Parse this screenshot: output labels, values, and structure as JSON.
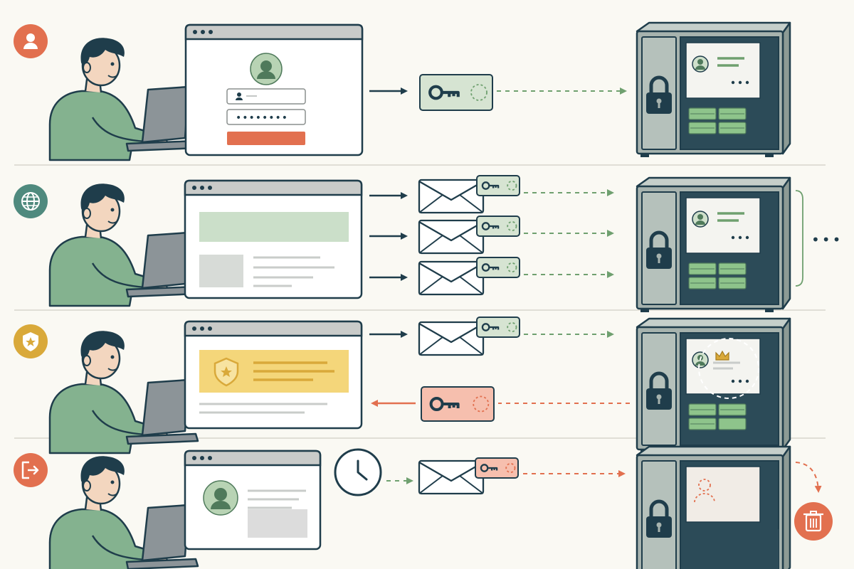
{
  "colors": {
    "background": "#faf9f3",
    "ink": "#1f3d4b",
    "green": "#6fa06f",
    "green_light": "#cbdfc9",
    "green_dark": "#4f7a5b",
    "orange": "#e2704f",
    "pink": "#f6bfae",
    "gold": "#d9a93a",
    "yellow": "#f4d67a",
    "teal": "#4f8a7e",
    "gray_window": "#c9cbc9",
    "server_body": "#a7b3ae",
    "divider": "#d8d6cc"
  },
  "rows": [
    {
      "id": "login",
      "badge_icon": "user-icon",
      "badge_color": "#e2704f",
      "window": "login-form",
      "token_color": "green",
      "server": "normal"
    },
    {
      "id": "requests",
      "badge_icon": "globe-icon",
      "badge_color": "#4f8a7e",
      "window": "content-page",
      "token_color": "green",
      "request_count": 3,
      "server": "normal",
      "extra": "ellipsis"
    },
    {
      "id": "privileged",
      "badge_icon": "shield-star-icon",
      "badge_color": "#d9a93a",
      "window": "privileged-page",
      "token_color": "green",
      "return_token_color": "orange",
      "server": "elevated"
    },
    {
      "id": "logout",
      "badge_icon": "exit-icon",
      "badge_color": "#e2704f",
      "window": "profile-page",
      "token_color": "orange",
      "server": "session-removed",
      "extra": "trash-icon"
    }
  ],
  "password_mask": "••••••••",
  "ellipsis_text": "•••"
}
